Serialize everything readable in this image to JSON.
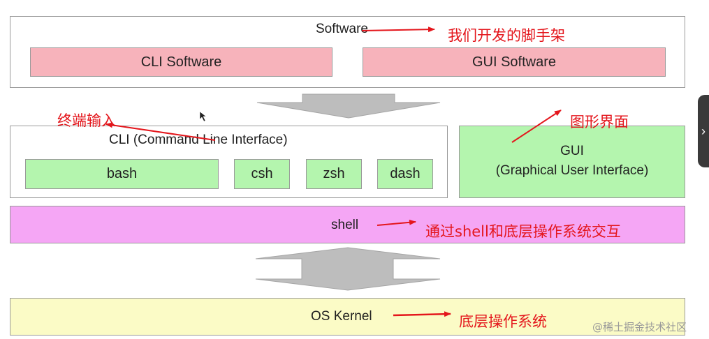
{
  "software": {
    "title": "Software",
    "cli_software": "CLI Software",
    "gui_software": "GUI Software",
    "annotation": "我们开发的脚手架"
  },
  "cli": {
    "title": "CLI (Command Line Interface)",
    "annotation": "终端输入",
    "shells": [
      "bash",
      "csh",
      "zsh",
      "dash"
    ]
  },
  "gui": {
    "line1": "GUI",
    "line2": "(Graphical User Interface)",
    "annotation": "图形界面"
  },
  "shell": {
    "label": "shell",
    "annotation": "通过shell和底层操作系统交互"
  },
  "kernel": {
    "label": "OS Kernel",
    "annotation": "底层操作系统"
  },
  "watermark": "@稀土掘金技术社区",
  "side_tab_glyph": "›",
  "colors": {
    "pink_box": "#f7b3bb",
    "green_box": "#b4f5ae",
    "shell_band": "#f5a6f5",
    "kernel_band": "#fbfbc6",
    "arrow_gray": "#bdbdbd",
    "annotation_red": "#e4161c"
  }
}
